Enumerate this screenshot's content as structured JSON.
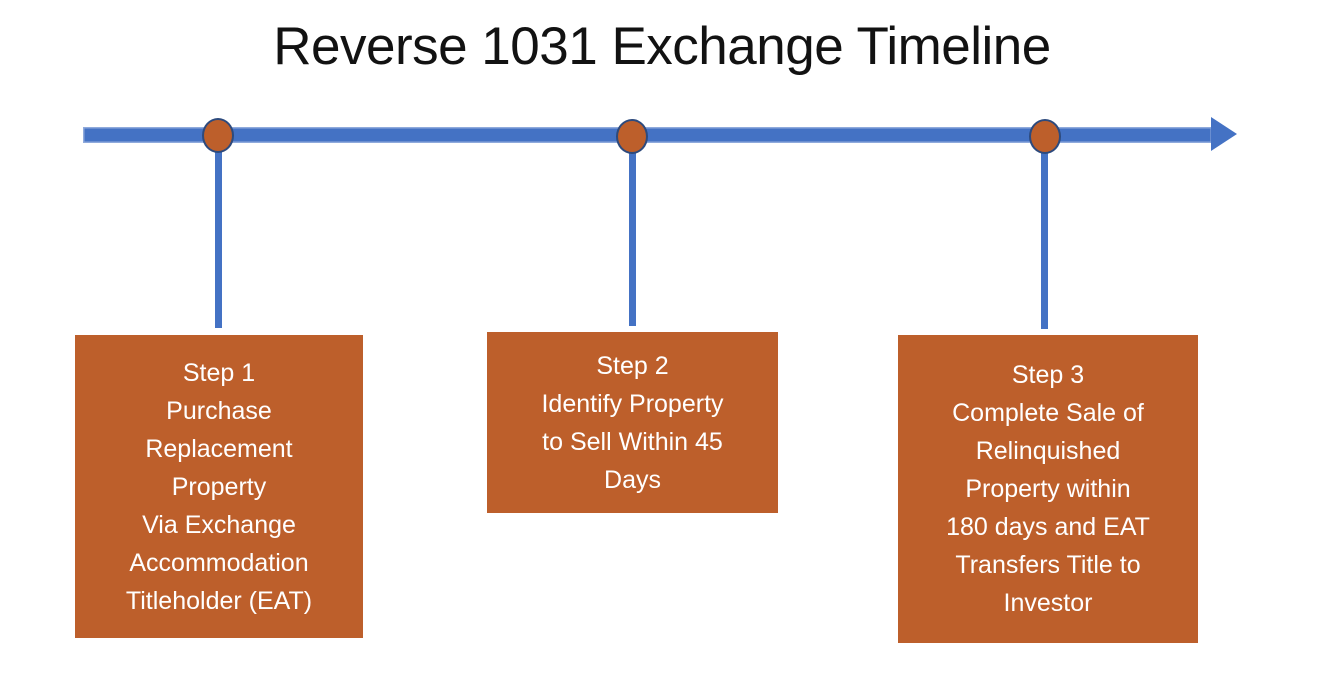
{
  "title": "Reverse 1031 Exchange Timeline",
  "colors": {
    "timeline_blue": "#4472C4",
    "timeline_edge_highlight": "#8FAADC",
    "marker_fill": "#BD5F2B",
    "marker_outline": "#2D4A7D",
    "box_fill": "#BD5F2B",
    "box_text": "#FFFFFF",
    "title_color": "#121212",
    "background": "#FFFFFF"
  },
  "timeline": {
    "direction": "left-to-right",
    "arrowhead": "right",
    "marker_count": 3
  },
  "steps": [
    {
      "label": "Step 1",
      "lines": [
        "Step 1",
        "Purchase",
        "Replacement",
        "Property",
        "Via Exchange",
        "Accommodation",
        "Titleholder (EAT)"
      ],
      "text": "Step 1 Purchase Replacement Property Via Exchange Accommodation Titleholder (EAT)"
    },
    {
      "label": "Step 2",
      "lines": [
        "Step 2",
        "Identify Property",
        "to Sell Within 45",
        "Days"
      ],
      "text": "Step 2 Identify Property to Sell Within 45 Days"
    },
    {
      "label": "Step 3",
      "lines": [
        "Step 3",
        "Complete Sale of",
        "Relinquished",
        "Property within",
        "180 days and EAT",
        "Transfers Title to",
        "Investor"
      ],
      "text": "Step 3 Complete Sale of Relinquished Property within 180 days and EAT Transfers Title to Investor"
    }
  ]
}
